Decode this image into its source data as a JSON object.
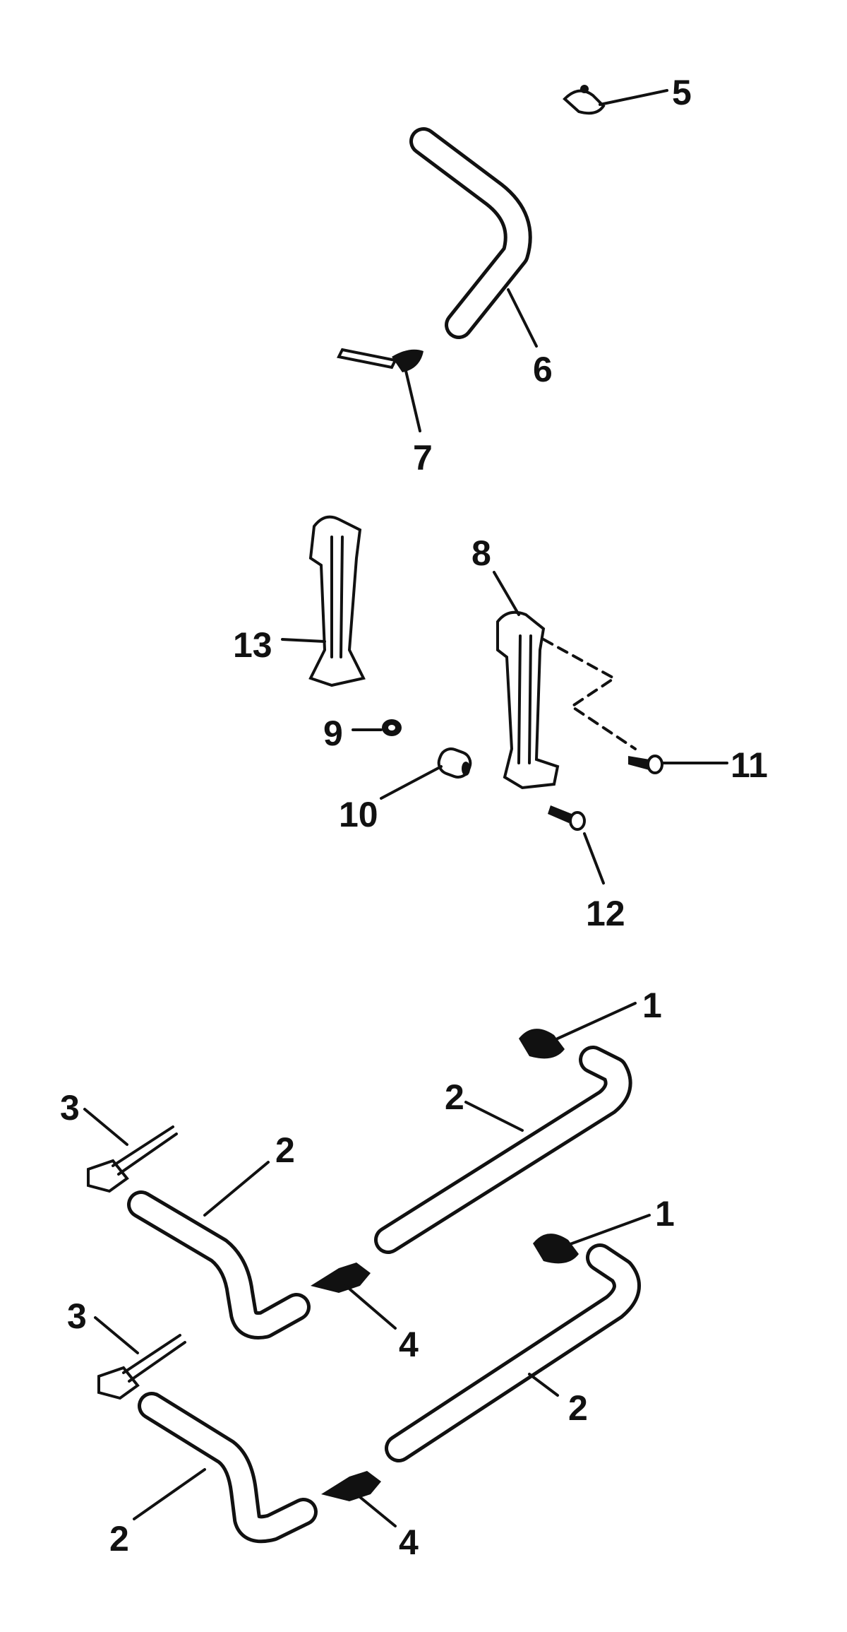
{
  "callouts": {
    "c1a": "1",
    "c1b": "1",
    "c2a": "2",
    "c2b": "2",
    "c2c": "2",
    "c2d": "2",
    "c3a": "3",
    "c3b": "3",
    "c4a": "4",
    "c4b": "4",
    "c5": "5",
    "c6": "6",
    "c7": "7",
    "c8": "8",
    "c9": "9",
    "c10": "10",
    "c11": "11",
    "c12": "12",
    "c13": "13"
  },
  "colors": {
    "ink": "#111111",
    "paper": "#ffffff"
  }
}
